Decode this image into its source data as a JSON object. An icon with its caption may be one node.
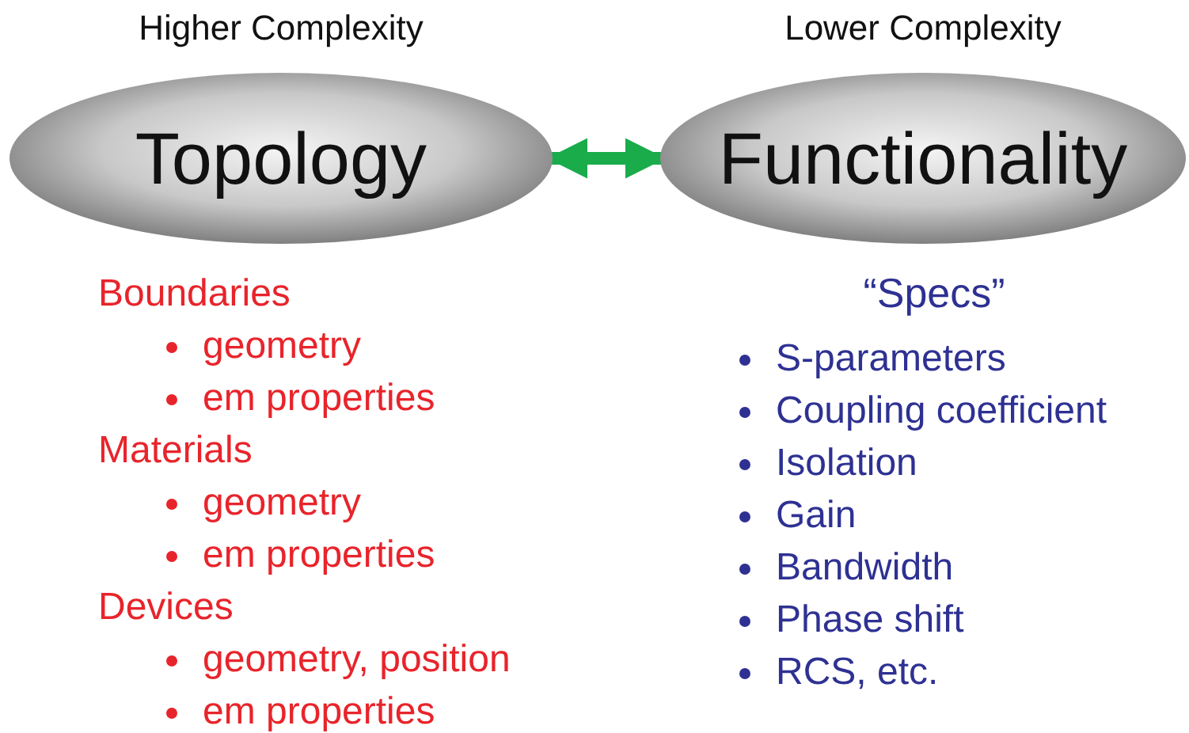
{
  "diagram": {
    "nodes": [
      {
        "text": [
          "Topology"
        ],
        "beside": [
          "Higher Complexity"
        ]
      },
      {
        "text": [
          "Functionality"
        ],
        "beside": [
          "Lower Complexity"
        ]
      }
    ],
    "edges": [
      {
        "from": 0,
        "to": 1,
        "arrow": "both",
        "color": "#1aab4b"
      }
    ],
    "labels": [
      "Boundaries",
      "geometry",
      "em properties",
      "Materials",
      "geometry",
      "em properties",
      "Devices",
      "geometry, position",
      "em properties",
      "“Specs”",
      "S-parameters",
      "Coupling coefficient",
      "Isolation",
      "Gain",
      "Bandwidth",
      "Phase shift",
      "RCS, etc."
    ]
  }
}
